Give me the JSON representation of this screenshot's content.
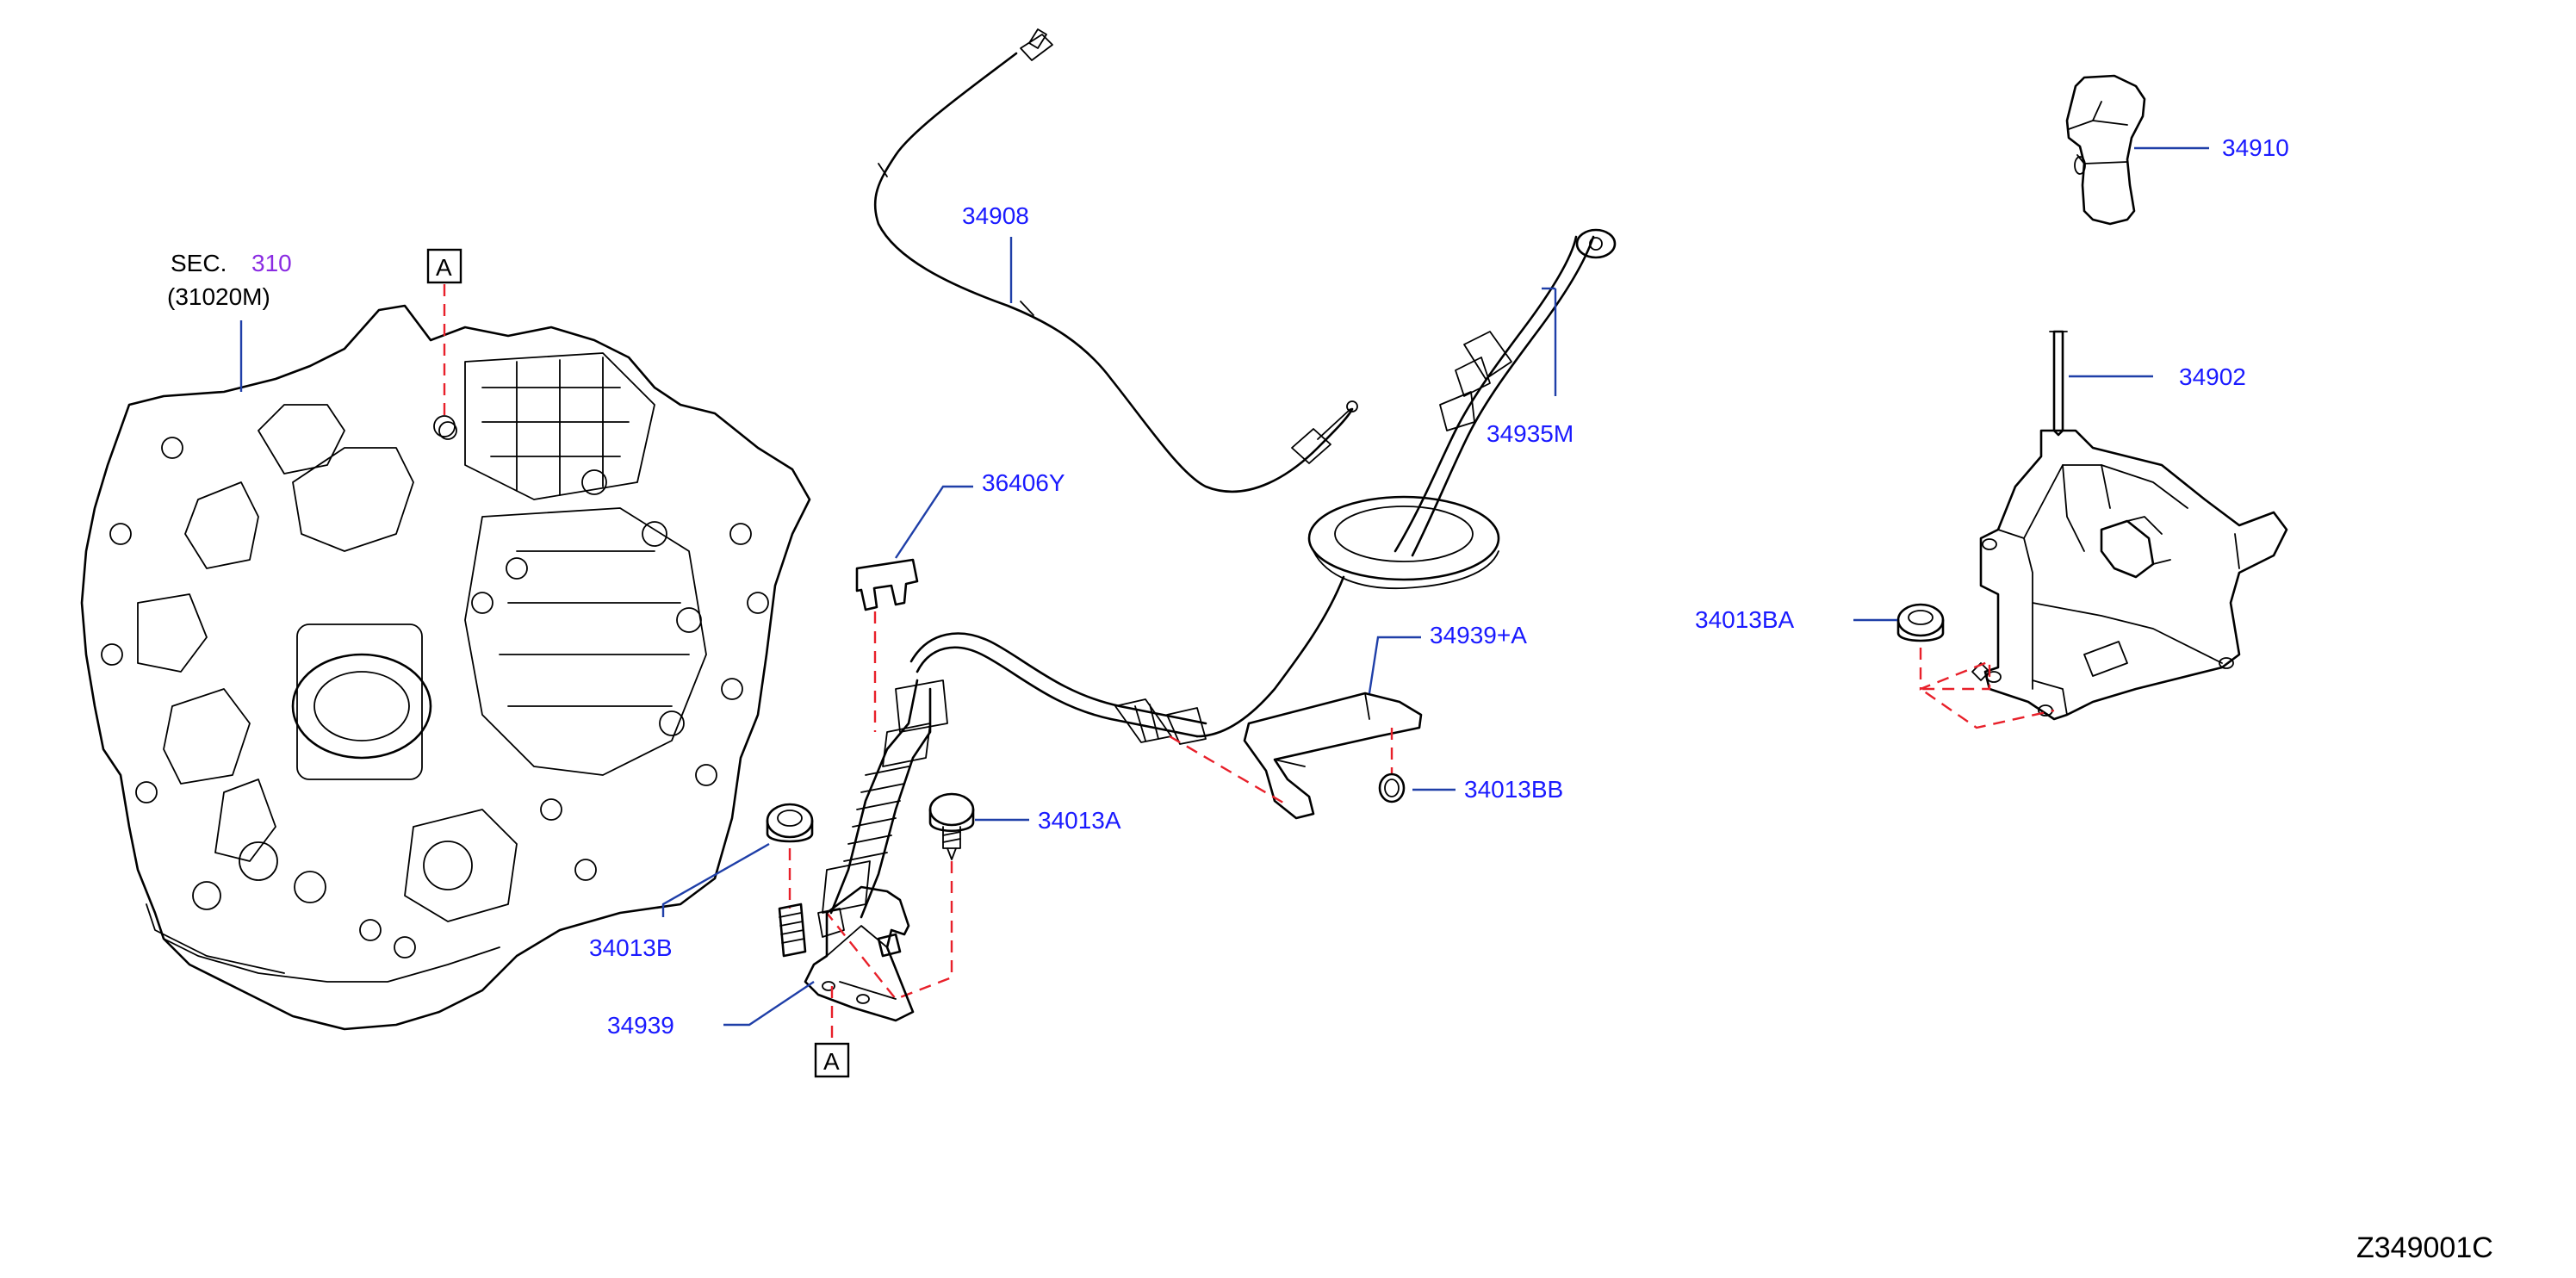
{
  "section_ref": {
    "prefix": "SEC.",
    "number": "310",
    "assembly": "(31020M)"
  },
  "markers": {
    "top": "A",
    "bottom": "A"
  },
  "callouts": {
    "cable_upper": "34908",
    "cable_main": "34935M",
    "clip": "36406Y",
    "bracket_a": "34939+A",
    "washer": "34013BB",
    "bolt": "34013A",
    "nut_left": "34013B",
    "bracket": "34939",
    "knob": "34910",
    "lever_assembly": "34902",
    "nut_right": "34013BA"
  },
  "drawing_code": "Z349001C",
  "colors": {
    "callout_text": "#1a1aff",
    "section_number": "#8a2be2",
    "leader_line": "#1f3fa8",
    "hidden_line": "#e8202a",
    "outline": "#000000"
  }
}
